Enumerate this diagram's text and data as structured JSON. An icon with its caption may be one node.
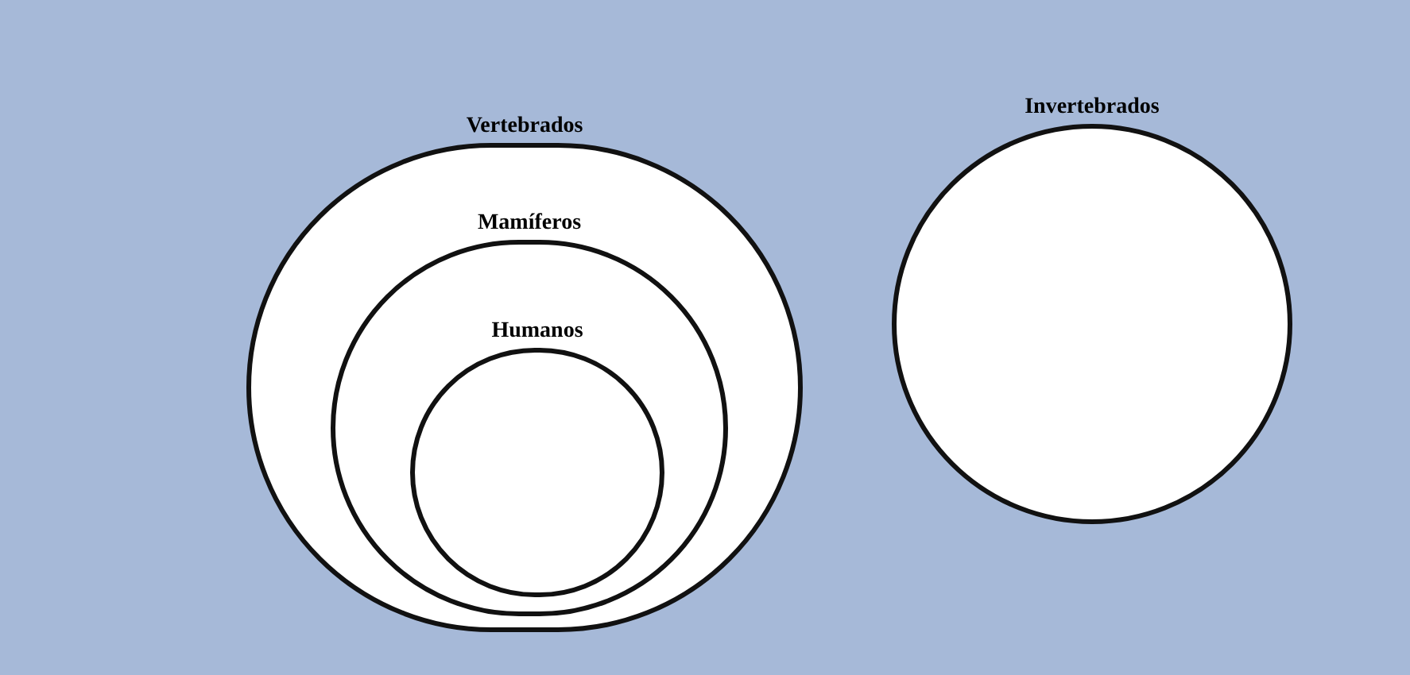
{
  "diagram": {
    "nodes": [
      {
        "text": [
          "Vertebrados"
        ]
      },
      {
        "text": [
          "Mamíferos"
        ],
        "in": 0
      },
      {
        "text": [
          "Humanos"
        ],
        "in": 1
      },
      {
        "text": [
          "Invertebrados"
        ]
      }
    ]
  }
}
